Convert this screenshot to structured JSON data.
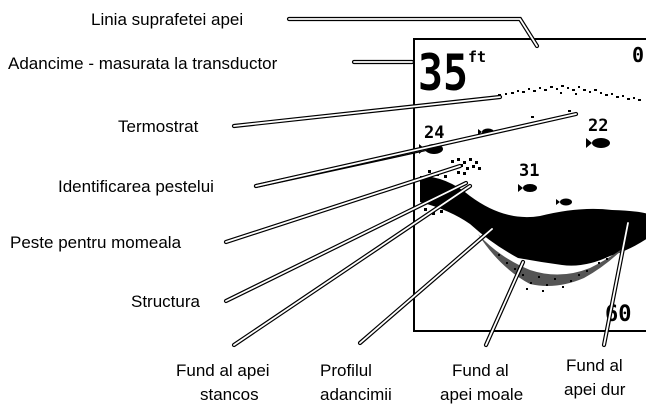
{
  "labels": {
    "surface_line": "Linia suprafetei apei",
    "depth_at_transducer": "Adancime - masurata la transductor",
    "thermocline": "Termostrat",
    "fish_id": "Identificarea pestelui",
    "bait_fish": "Peste pentru momeala",
    "structure": "Structura",
    "rocky_bottom_1": "Fund al apei",
    "rocky_bottom_2": "stancos",
    "depth_profile_1": "Profilul",
    "depth_profile_2": "adancimii",
    "soft_bottom_1": "Fund al",
    "soft_bottom_2": "apei moale",
    "hard_bottom_1": "Fund al",
    "hard_bottom_2": "apei dur"
  },
  "screen": {
    "depth_value": "35",
    "depth_unit": "ft",
    "top_scale": "0",
    "bottom_scale": "60",
    "fish_depths": [
      "24",
      "22",
      "31"
    ]
  }
}
